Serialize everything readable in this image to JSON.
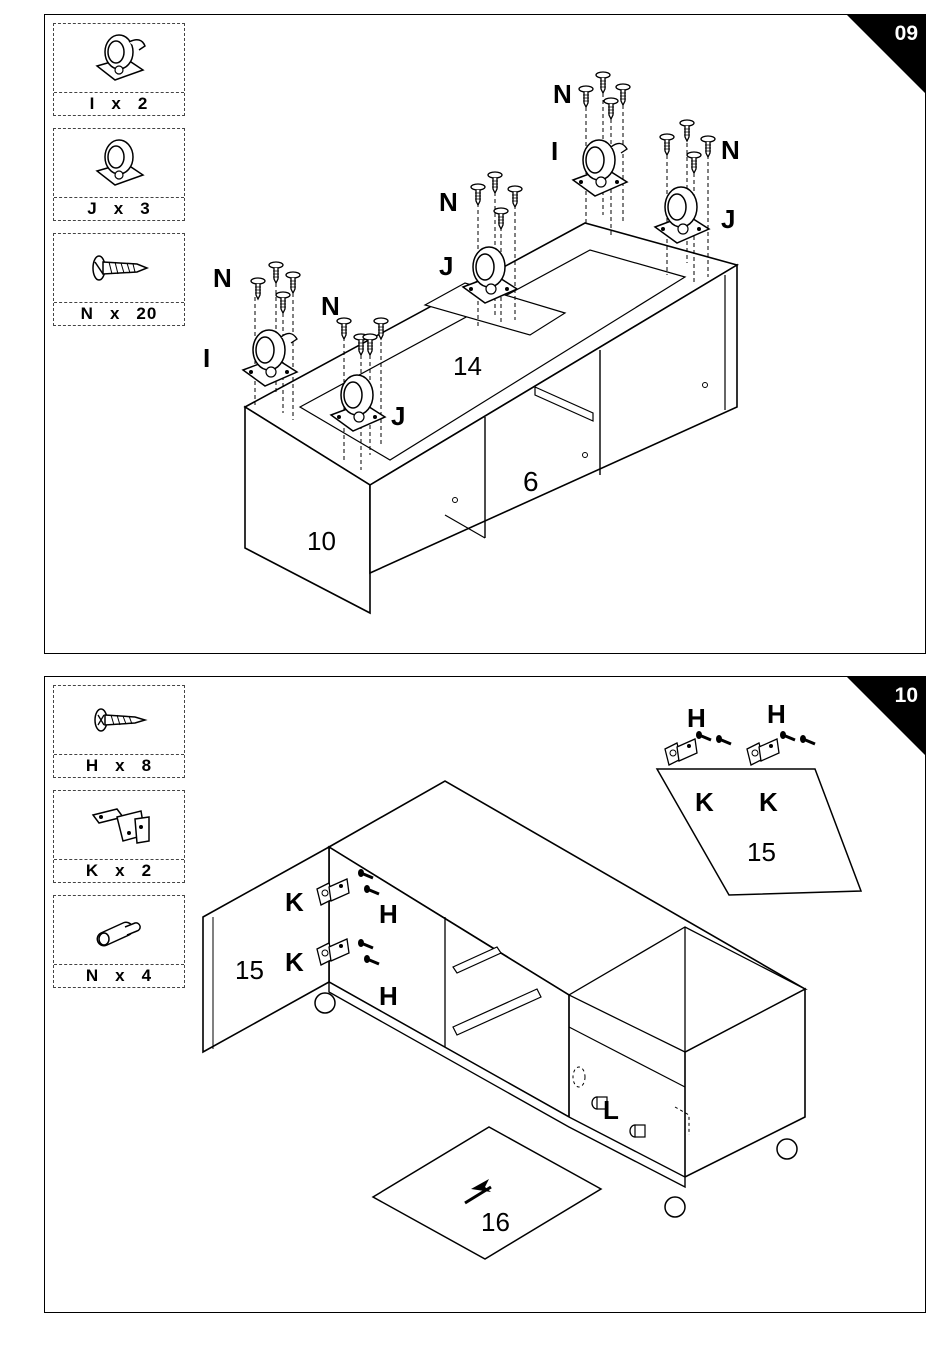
{
  "steps": [
    {
      "number": "09",
      "parts": [
        {
          "id": "I",
          "icon": "caster-wheel-brake-icon",
          "times": "x",
          "qty": "2"
        },
        {
          "id": "J",
          "icon": "caster-wheel-icon",
          "times": "x",
          "qty": "3"
        },
        {
          "id": "N",
          "icon": "screw-icon",
          "times": "x",
          "qty": "20"
        }
      ],
      "labels": {
        "n": "N",
        "i": "I",
        "j": "J",
        "panel_top": "14",
        "panel_side": "10",
        "panel_mid": "6"
      }
    },
    {
      "number": "10",
      "parts": [
        {
          "id": "H",
          "icon": "wood-screw-icon",
          "times": "x",
          "qty": "8"
        },
        {
          "id": "K",
          "icon": "hinge-icon",
          "times": "x",
          "qty": "2"
        },
        {
          "id": "N",
          "icon": "shelf-pin-icon",
          "times": "x",
          "qty": "4"
        }
      ],
      "labels": {
        "h": "H",
        "k": "K",
        "l": "L",
        "door": "15",
        "shelf": "16"
      }
    }
  ]
}
